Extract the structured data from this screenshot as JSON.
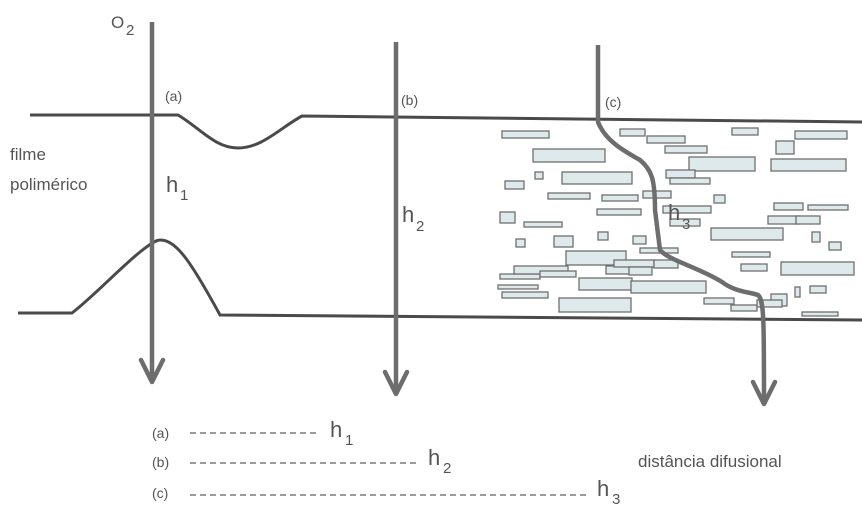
{
  "gas": {
    "symbol": "O",
    "subscript": "2"
  },
  "film_label": {
    "line1": "filme",
    "line2": "polimérico"
  },
  "cases": [
    {
      "id": "a",
      "tag": "(a)",
      "path": "h",
      "path_sub": "1"
    },
    {
      "id": "b",
      "tag": "(b)",
      "path": "h",
      "path_sub": "2"
    },
    {
      "id": "c",
      "tag": "(c)",
      "path": "h",
      "path_sub": "3"
    }
  ],
  "legend": [
    {
      "tag": "(a)",
      "dashes": "---------",
      "path": "h",
      "path_sub": "1"
    },
    {
      "tag": "(b)",
      "dashes": "---------------",
      "path": "h",
      "path_sub": "2"
    },
    {
      "tag": "(c)",
      "dashes": "------------------------",
      "path": "h",
      "path_sub": "3"
    }
  ],
  "axis_label": "distância difusional",
  "colors": {
    "line": "#4a4a4a",
    "arrow": "#6d6d6d",
    "filler_fill": "#dde9ea",
    "text": "#555555"
  }
}
